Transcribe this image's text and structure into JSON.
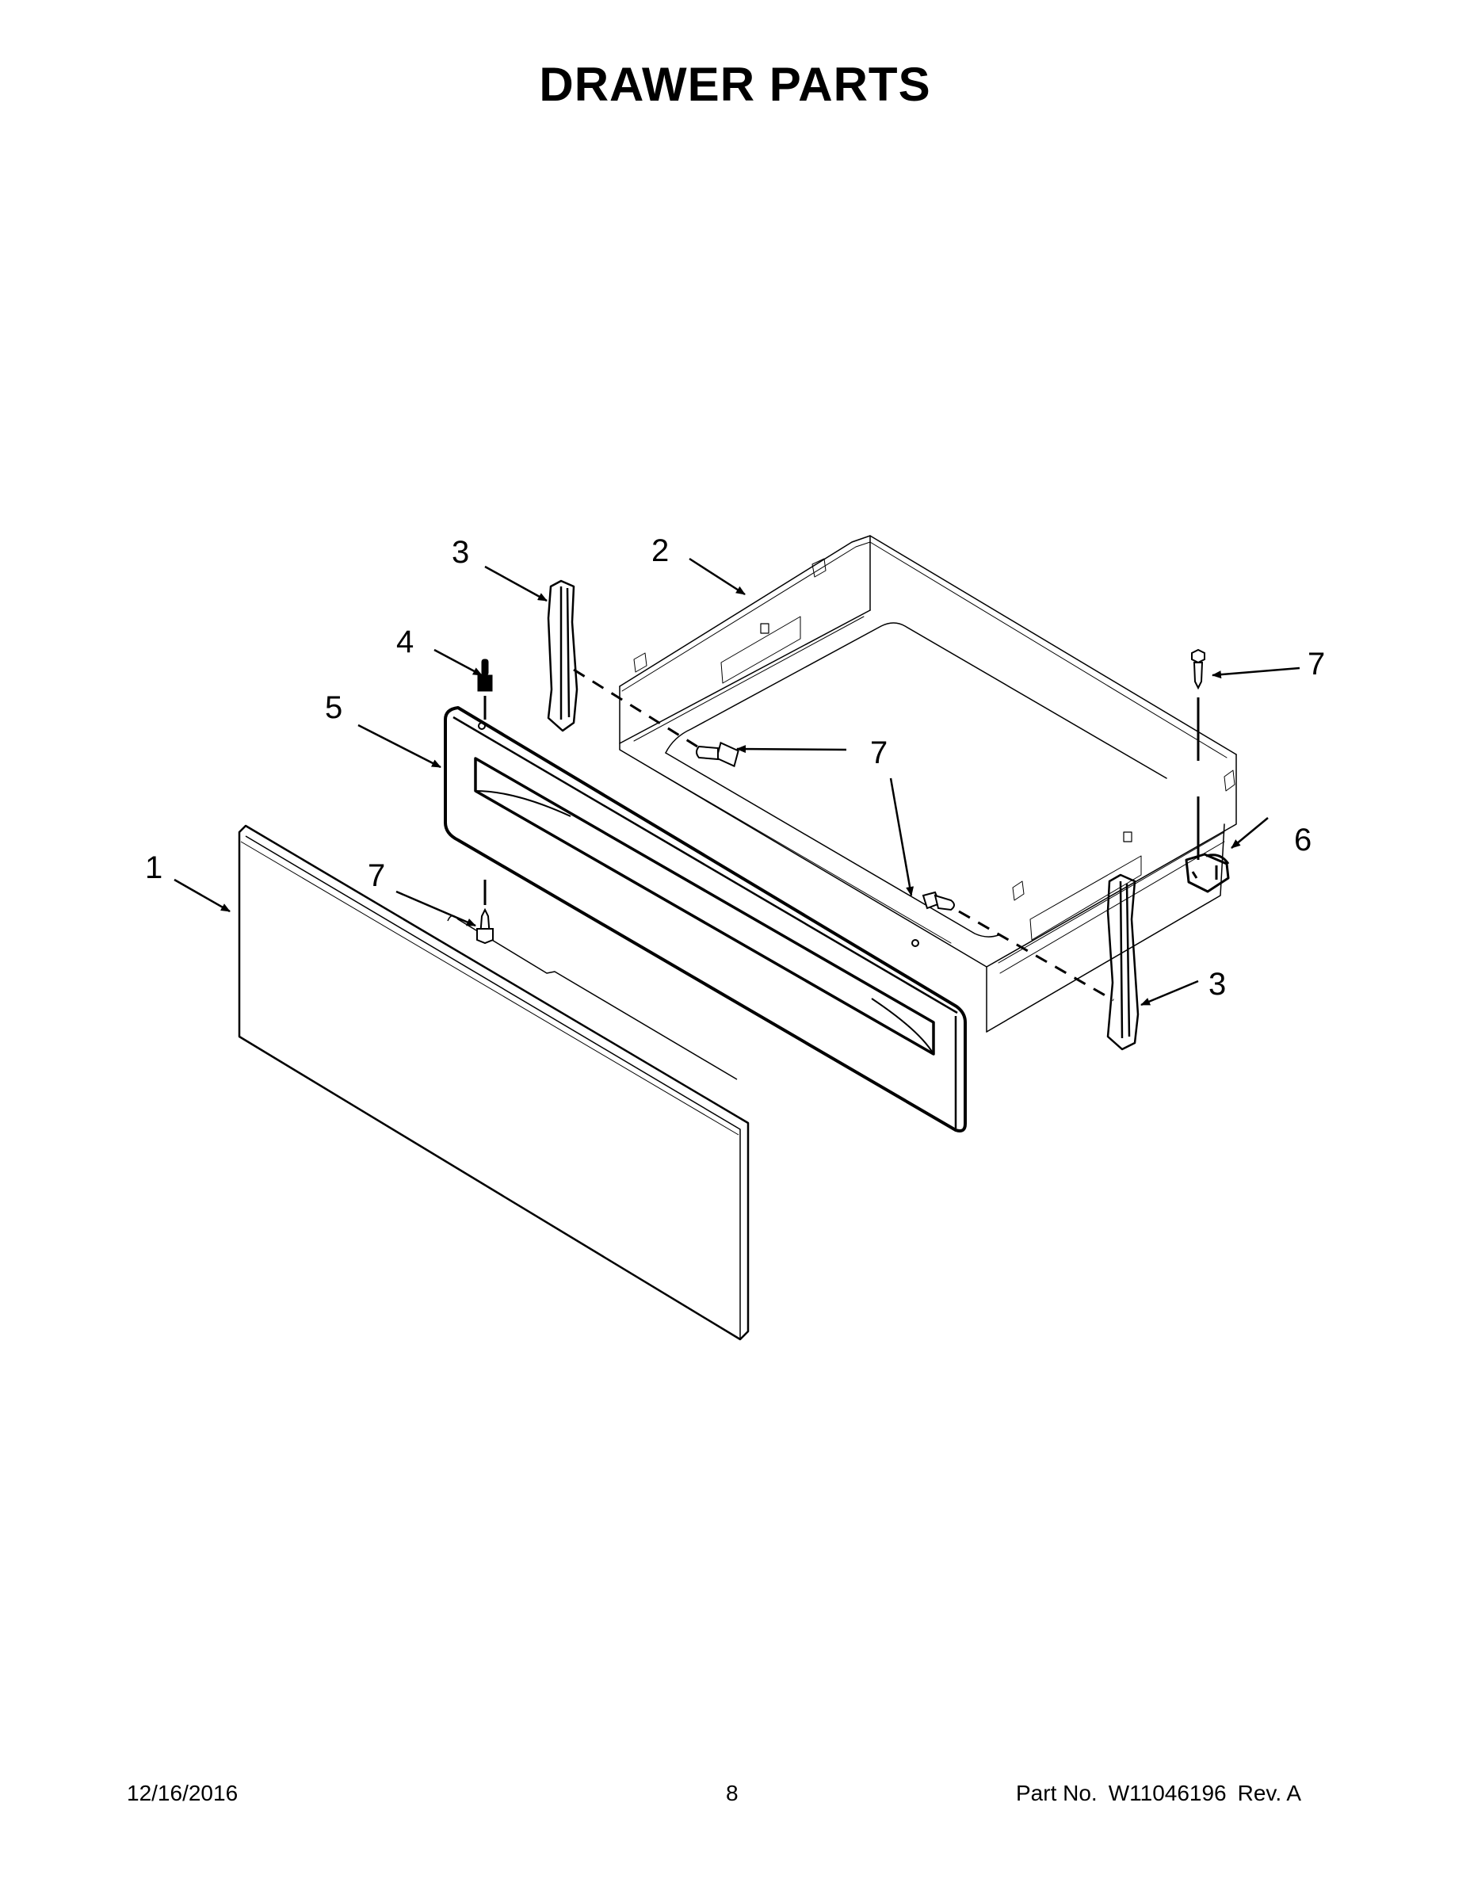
{
  "page": {
    "title": "DRAWER PARTS"
  },
  "diagram": {
    "callouts": [
      {
        "id": "c1",
        "label": "1",
        "part": "drawer-front-panel"
      },
      {
        "id": "c2",
        "label": "2",
        "part": "drawer-box"
      },
      {
        "id": "c3a",
        "label": "3",
        "part": "drawer-slide-left"
      },
      {
        "id": "c3b",
        "label": "3",
        "part": "drawer-slide-right"
      },
      {
        "id": "c4",
        "label": "4",
        "part": "stud"
      },
      {
        "id": "c5",
        "label": "5",
        "part": "drawer-front-frame"
      },
      {
        "id": "c6",
        "label": "6",
        "part": "clip"
      },
      {
        "id": "c7a",
        "label": "7",
        "part": "screw-top-right"
      },
      {
        "id": "c7b",
        "label": "7",
        "part": "screw-center"
      },
      {
        "id": "c7c",
        "label": "7",
        "part": "screw-front"
      }
    ]
  },
  "footer": {
    "date": "12/16/2016",
    "page_number": "8",
    "part_label": "Part No.",
    "part_number": "W11046196",
    "revision": "Rev.  A"
  }
}
